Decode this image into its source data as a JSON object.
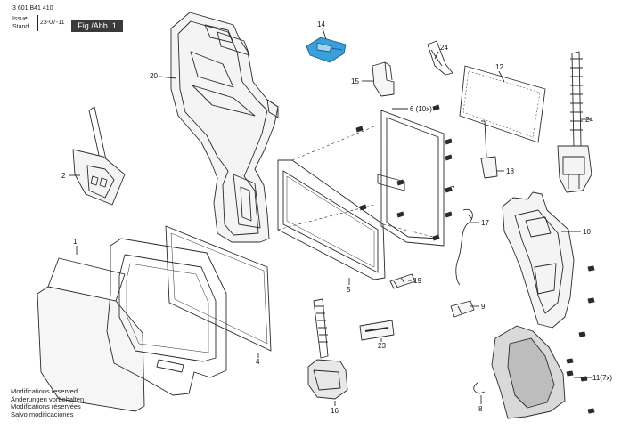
{
  "header": {
    "doc_number": "3 601 B41 410",
    "issue_label": "Issue",
    "stand_label": "Stand",
    "date": "23-07-11",
    "figure_label": "Fig./Abb. 1"
  },
  "footer": {
    "lines": [
      "Modifications reserved",
      "Änderungen vorbehalten",
      "Modifications réservées",
      "Salvo modificaciones"
    ]
  },
  "parts": {
    "p1": "1",
    "p2": "2",
    "p4": "4",
    "p5": "5",
    "p6": "6 (10x)",
    "p7": "7",
    "p8": "8",
    "p9": "9",
    "p10": "10",
    "p11": "11(7x)",
    "p12": "12",
    "p14": "14",
    "p15": "15",
    "p16": "16",
    "p17": "17",
    "p18": "18",
    "p19": "19",
    "p20": "20",
    "p23": "23",
    "p24a": "24",
    "p24b": "24"
  },
  "colors": {
    "line": "#2b2b2b",
    "highlight_part_14": "#3aa0dc",
    "figure_box": "#3a3a3a"
  }
}
